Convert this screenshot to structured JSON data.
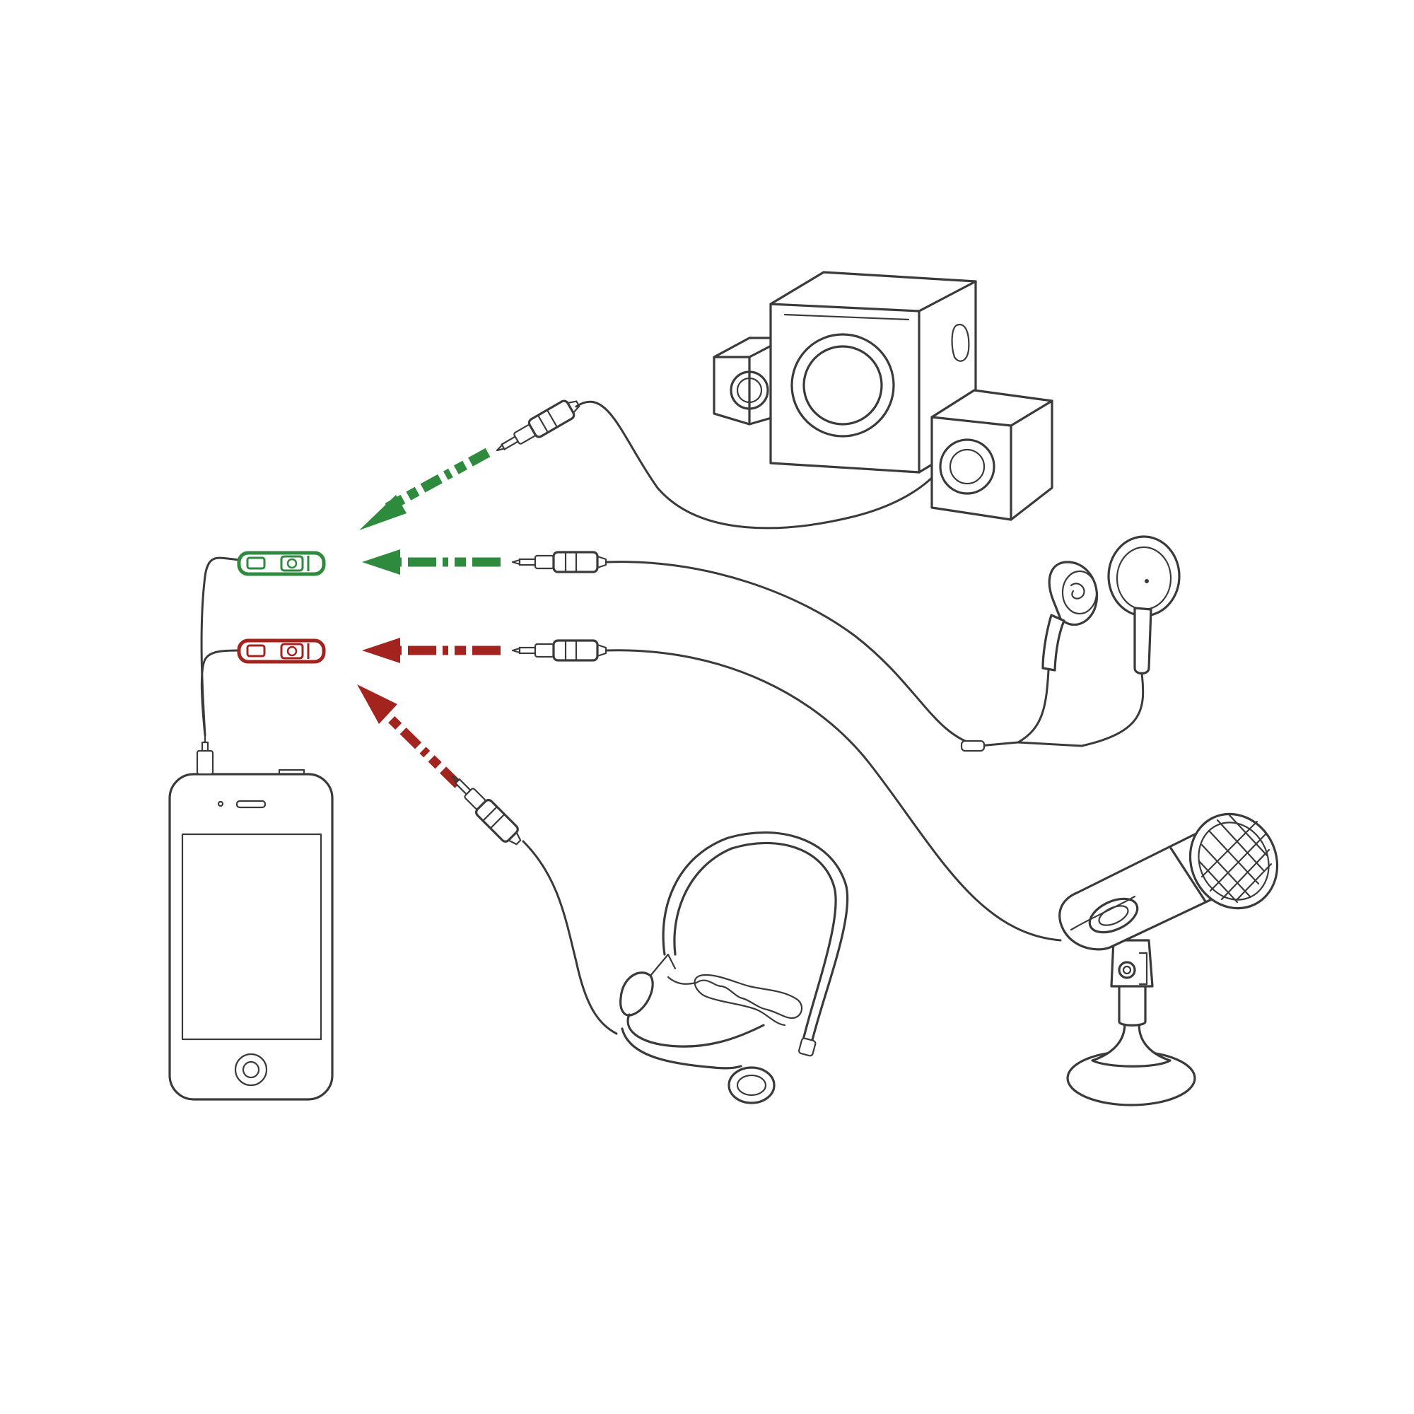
{
  "colors": {
    "line": "#3a3a3a",
    "output_green": "#2e8a3c",
    "input_red": "#a3231f",
    "background": "#ffffff"
  },
  "devices": [
    {
      "name": "smartphone",
      "icon": "phone-icon"
    },
    {
      "name": "speaker-system",
      "icon": "speaker-icon"
    },
    {
      "name": "earphones",
      "icon": "earphones-icon"
    },
    {
      "name": "headset-microphone",
      "icon": "headset-icon"
    },
    {
      "name": "desktop-microphone",
      "icon": "microphone-icon"
    }
  ],
  "splitter_jacks": [
    {
      "name": "green-audio-output-jack",
      "color": "#2e8a3c"
    },
    {
      "name": "red-microphone-input-jack",
      "color": "#a3231f"
    }
  ],
  "connections": [
    {
      "from": "speaker-system",
      "to": "green-audio-output-jack",
      "color": "#2e8a3c"
    },
    {
      "from": "earphones",
      "to": "green-audio-output-jack",
      "color": "#2e8a3c"
    },
    {
      "from": "desktop-microphone",
      "to": "red-microphone-input-jack",
      "color": "#a3231f"
    },
    {
      "from": "headset-microphone",
      "to": "red-microphone-input-jack",
      "color": "#a3231f"
    }
  ]
}
